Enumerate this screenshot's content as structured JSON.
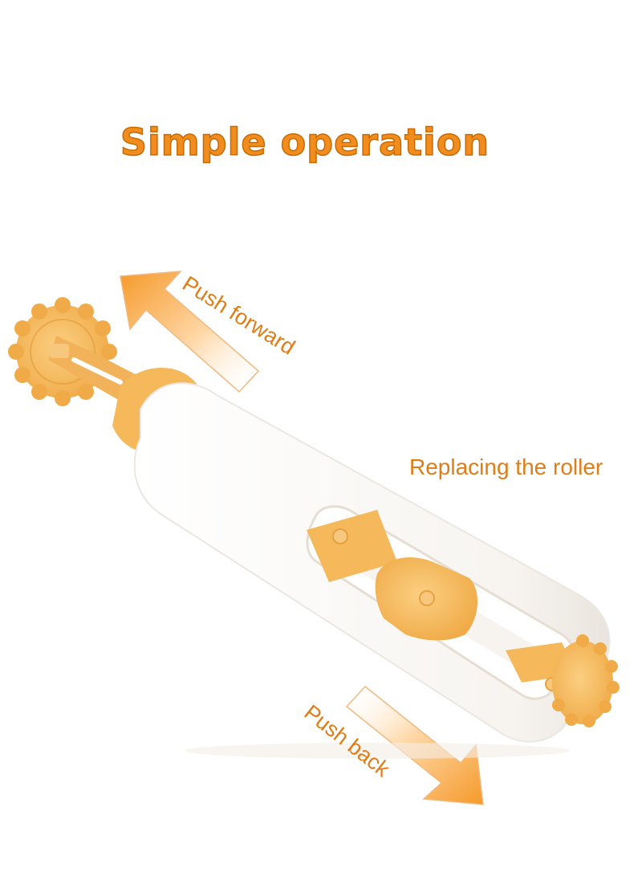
{
  "heading": "Simple operation",
  "labels": {
    "push_forward": "Push forward",
    "replacing_roller": "Replacing the roller",
    "push_back": "Push back"
  },
  "colors": {
    "accent": "#f08d1e",
    "product_orange": "#f5b85a",
    "product_body": "#ffffff"
  },
  "icons": {
    "arrow_up_left": "arrow-up-left-icon",
    "arrow_down_right": "arrow-down-right-icon"
  }
}
